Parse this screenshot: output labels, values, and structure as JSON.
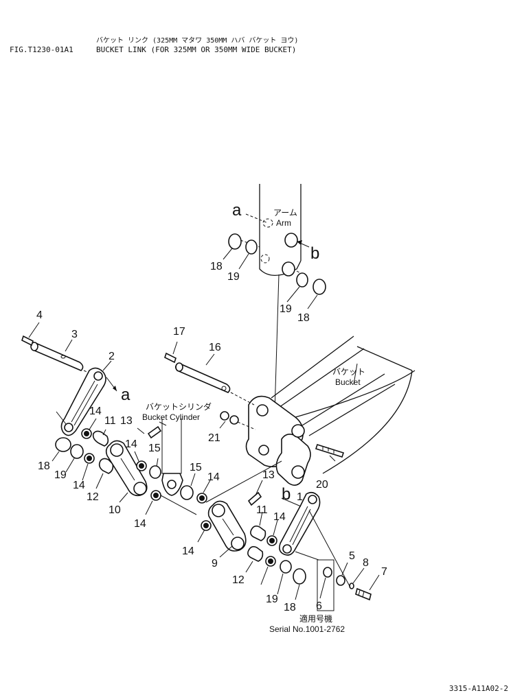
{
  "header": {
    "jp_title": "バケット リンク (325MM マタワ 350MM ハバ バケット ヨウ)",
    "fig_no": "FIG.T1230-01A1",
    "title": "BUCKET LINK (FOR 325MM OR 350MM WIDE BUCKET)"
  },
  "labels": {
    "arm_jp": "アーム",
    "arm": "Arm",
    "bucket_jp": "バケット",
    "bucket": "Bucket",
    "cyl_jp": "バケットシリンダ",
    "cyl": "Bucket Cylinder",
    "serial_jp": "適用号機",
    "serial": "Serial No.1001-2762"
  },
  "refs": {
    "a": "a",
    "b": "b"
  },
  "callouts": {
    "c1": "1",
    "c2": "2",
    "c3": "3",
    "c4": "4",
    "c5": "5",
    "c6": "6",
    "c7": "7",
    "c8": "8",
    "c9": "9",
    "c10": "10",
    "c11a": "11",
    "c11b": "11",
    "c12a": "12",
    "c12b": "12",
    "c13a": "13",
    "c13b": "13",
    "c14a": "14",
    "c14b": "14",
    "c14c": "14",
    "c14d": "14",
    "c14e": "14",
    "c14f": "14",
    "c14g": "14",
    "c15a": "15",
    "c15b": "15",
    "c16": "16",
    "c17": "17",
    "c18a": "18",
    "c18b": "18",
    "c18c": "18",
    "c18d": "18",
    "c19a": "19",
    "c19b": "19",
    "c19c": "19",
    "c19d": "19",
    "c20": "20",
    "c21": "21"
  },
  "footer": {
    "corner_code": "3315-A11A02-2"
  }
}
